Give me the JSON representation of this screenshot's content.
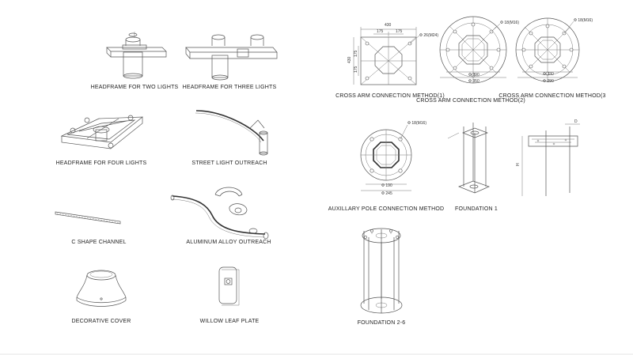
{
  "products": {
    "headframe_two": "HEADFRAME FOR TWO LIGHTS",
    "headframe_three": "HEADFRAME FOR THREE LIGHTS",
    "headframe_four": "HEADFRAME FOR FOUR LIGHTS",
    "street_light_outreach": "STREET LIGHT OUTREACH",
    "c_shape_channel": "C SHAPE CHANNEL",
    "aluminum_outreach": "ALUMINUM ALLOY OUTREACH",
    "decorative_cover": "DECORATIVE COVER",
    "willow_leaf_plate": "WILLOW LEAF PLATE"
  },
  "drawings": {
    "cross_arm_1": {
      "label": "CROSS ARM CONNECTION METHOD(1)",
      "dim_top": "430",
      "dim_175a": "175",
      "dim_175b": "175",
      "dim_left": "430",
      "dim_left_175a": "175",
      "dim_left_175b": "175",
      "hole": "Φ 26(M24)"
    },
    "cross_arm_2": {
      "label": "CROSS ARM CONNECTION METHOD(2)",
      "hole": "Φ 18(M16)",
      "d_inner": "Φ 290",
      "d_outer": "Φ 350"
    },
    "cross_arm_3": {
      "label": "CROSS ARM CONNECTION METHOD(3",
      "hole": "Φ 18(M16)",
      "d_inner": "Φ 230",
      "d_outer": "Φ 290"
    },
    "auxiliary": {
      "label": "AUXILLARY POLE CONNECTION METHOD",
      "hole": "Φ 18(M16)",
      "d_inner": "Φ 190",
      "d_outer": "Φ 245"
    },
    "foundation_1": {
      "label": "FOUNDATION 1"
    },
    "foundation_bolt": {
      "dim_d": "D",
      "dim_h": "H"
    },
    "foundation_2_6": {
      "label": "FOUNDATION 2-6"
    }
  }
}
